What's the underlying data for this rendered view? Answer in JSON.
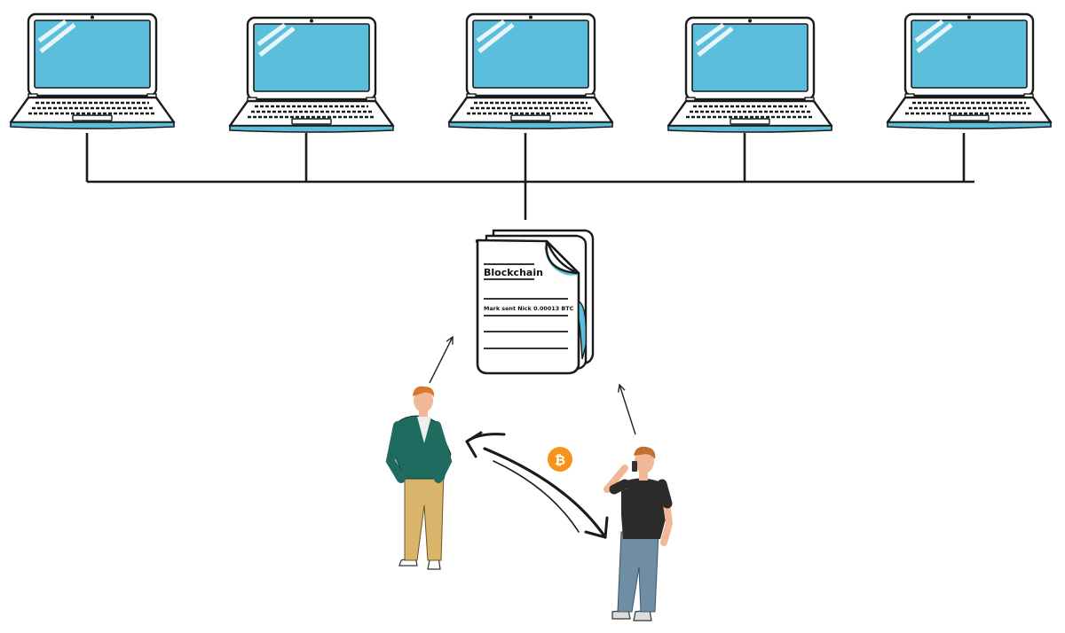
{
  "network": {
    "node_count": 5,
    "screen_color": "#5bbfdb",
    "outline_color": "#1a1a1a"
  },
  "blockchain_doc": {
    "title": "Blockchain",
    "transaction": "Mark sent Nick 0.00013 BTC",
    "accent_color": "#5bbfdb"
  },
  "people": {
    "sender": {
      "icon": "person-standing-icon",
      "jacket_color": "#1f6b5f",
      "pants_color": "#d9b56b"
    },
    "receiver": {
      "icon": "person-on-phone-icon",
      "shirt_color": "#2b2b2b",
      "pants_color": "#6f8ea3"
    }
  },
  "coin": {
    "symbol": "₿",
    "color": "#f7931a",
    "icon": "bitcoin-coin-icon"
  }
}
